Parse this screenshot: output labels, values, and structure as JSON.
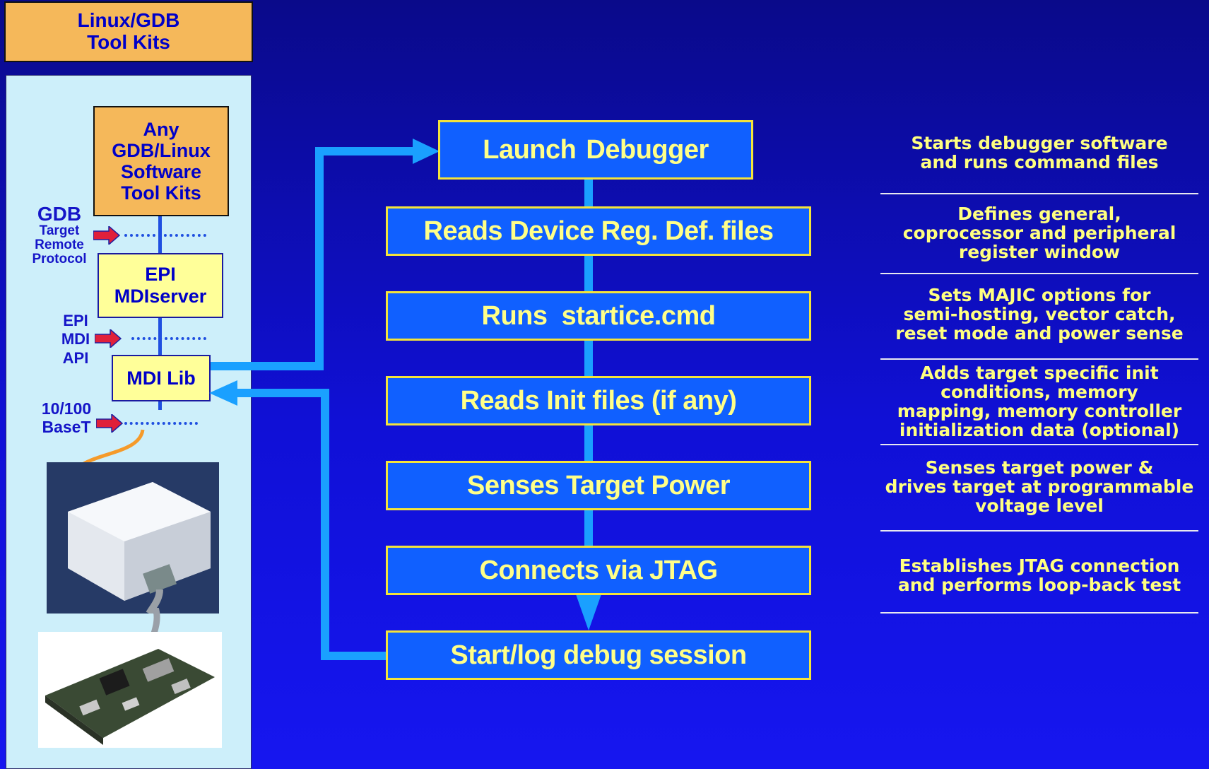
{
  "top_box": {
    "line1": "Linux/GDB",
    "line2": "Tool Kits"
  },
  "any_box": {
    "line1": "Any",
    "line2": "GDB/Linux",
    "line3": "Software",
    "line4": "Tool Kits"
  },
  "gdb_label": {
    "big": "GDB",
    "line2": "Target",
    "line3": "Remote",
    "line4": "Protocol"
  },
  "epi_box": {
    "line1": "EPI",
    "line2": "MDIserver"
  },
  "epi_label": {
    "line1": "EPI",
    "line2": "MDI",
    "line3": "API"
  },
  "mdi_box": {
    "label": "MDI Lib"
  },
  "net_label": {
    "line1": "10/100",
    "line2": "BaseT"
  },
  "steps": [
    "Launch  Debugger",
    "Reads Device Reg. Def. files",
    "Runs  startice.cmd",
    "Reads Init files (if any)",
    "Senses Target Power",
    "Connects via JTAG",
    "Start/log debug session"
  ],
  "descriptions": [
    [
      "Starts debugger software",
      "and runs command files"
    ],
    [
      "Defines general,",
      "coprocessor and peripheral",
      "register window"
    ],
    [
      "Sets MAJIC options for",
      "semi-hosting, vector catch,",
      "reset mode and power sense"
    ],
    [
      "Adds target specific init",
      "conditions, memory",
      "mapping, memory controller",
      "initialization data (optional)"
    ],
    [
      "Senses target power &",
      "drives target at programmable",
      "voltage level"
    ],
    [
      "Establishes JTAG connection",
      "and performs loop-back test"
    ]
  ],
  "colors": {
    "background": "#1010d6",
    "step_fill": "#1060ff",
    "step_border": "#f4e43a",
    "step_text": "#ffff88",
    "arrow": "#1aa0ff",
    "panel": "#cdeffa"
  }
}
